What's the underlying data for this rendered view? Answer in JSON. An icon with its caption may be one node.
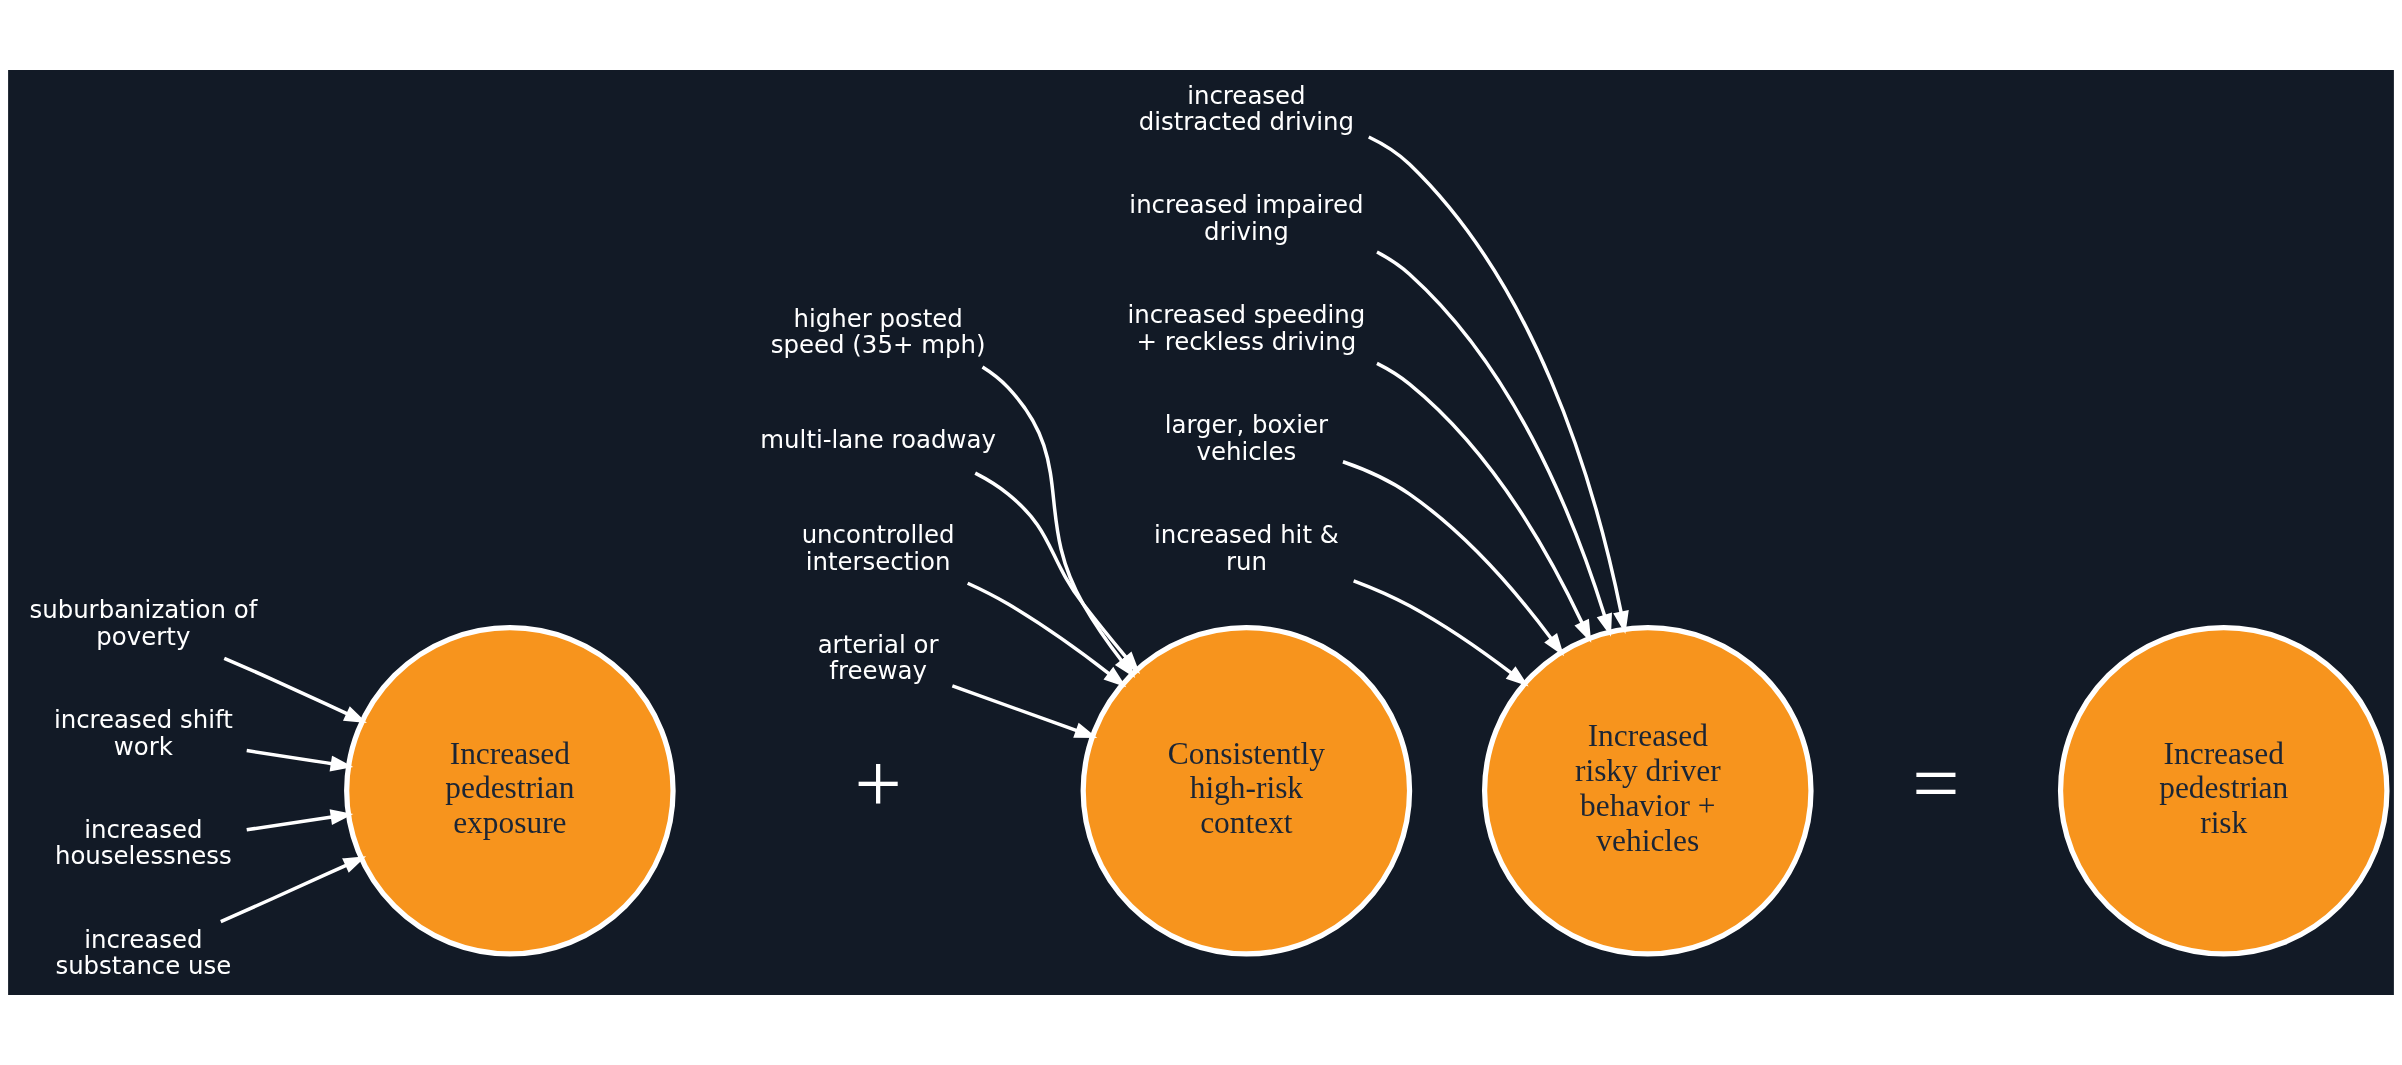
{
  "diagram": {
    "nodes": [
      {
        "text": [
          "Increased pedestrian exposure"
        ]
      },
      {
        "text": [
          "suburbanization of poverty"
        ]
      },
      {
        "text": [
          "increased shift work"
        ]
      },
      {
        "text": [
          "increased houselessness"
        ]
      },
      {
        "text": [
          "increased substance use"
        ]
      },
      {
        "text": [
          "Consistently high-risk context"
        ]
      },
      {
        "text": [
          "Increased risky driver behavior + vehicles"
        ]
      },
      {
        "text": [
          "Increased pedestrian risk"
        ]
      },
      {
        "text": [
          "higher posted speed (35+ mph)"
        ]
      },
      {
        "text": [
          "multi-lane roadway"
        ]
      },
      {
        "text": [
          "uncontrolled intersection"
        ]
      },
      {
        "text": [
          "arterial or freeway"
        ]
      },
      {
        "text": [
          "increased distracted driving"
        ]
      },
      {
        "text": [
          "increased impaired driving"
        ]
      },
      {
        "text": [
          "increased speeding + reckless driving"
        ]
      },
      {
        "text": [
          "larger, boxier vehicles"
        ]
      },
      {
        "text": [
          "increased hit & run"
        ]
      }
    ],
    "edges": [
      {
        "from": 1,
        "to": 0,
        "arrow": "to"
      },
      {
        "from": 2,
        "to": 0,
        "arrow": "to"
      },
      {
        "from": 3,
        "to": 0,
        "arrow": "to"
      },
      {
        "from": 4,
        "to": 0,
        "arrow": "to"
      },
      {
        "from": 8,
        "to": 5,
        "arrow": "to"
      },
      {
        "from": 9,
        "to": 5,
        "arrow": "to"
      },
      {
        "from": 10,
        "to": 5,
        "arrow": "to"
      },
      {
        "from": 11,
        "to": 5,
        "arrow": "to"
      },
      {
        "from": 12,
        "to": 6,
        "arrow": "to"
      },
      {
        "from": 13,
        "to": 6,
        "arrow": "to"
      },
      {
        "from": 14,
        "to": 6,
        "arrow": "to"
      },
      {
        "from": 15,
        "to": 6,
        "arrow": "to"
      },
      {
        "from": 16,
        "to": 6,
        "arrow": "to"
      }
    ],
    "labels": [
      "+",
      "="
    ]
  }
}
